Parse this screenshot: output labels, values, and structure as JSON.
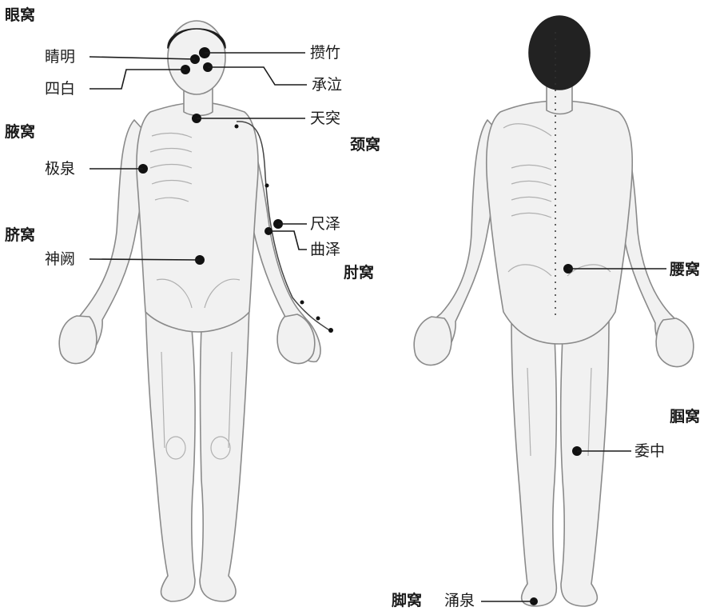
{
  "regions": {
    "eye": "眼窝",
    "axilla": "腋窝",
    "neck": "颈窝",
    "navel": "脐窝",
    "elbow": "肘窝",
    "waist": "腰窝",
    "popliteal": "腘窝",
    "foot": "脚窝"
  },
  "points": {
    "jingming": "睛明",
    "zanzhu": "攒竹",
    "sibai": "四白",
    "chengqi": "承泣",
    "tiantu": "天突",
    "jiquan": "极泉",
    "chize": "尺泽",
    "quze": "曲泽",
    "shenque": "神阙",
    "weizhong": "委中",
    "yongquan": "涌泉"
  }
}
